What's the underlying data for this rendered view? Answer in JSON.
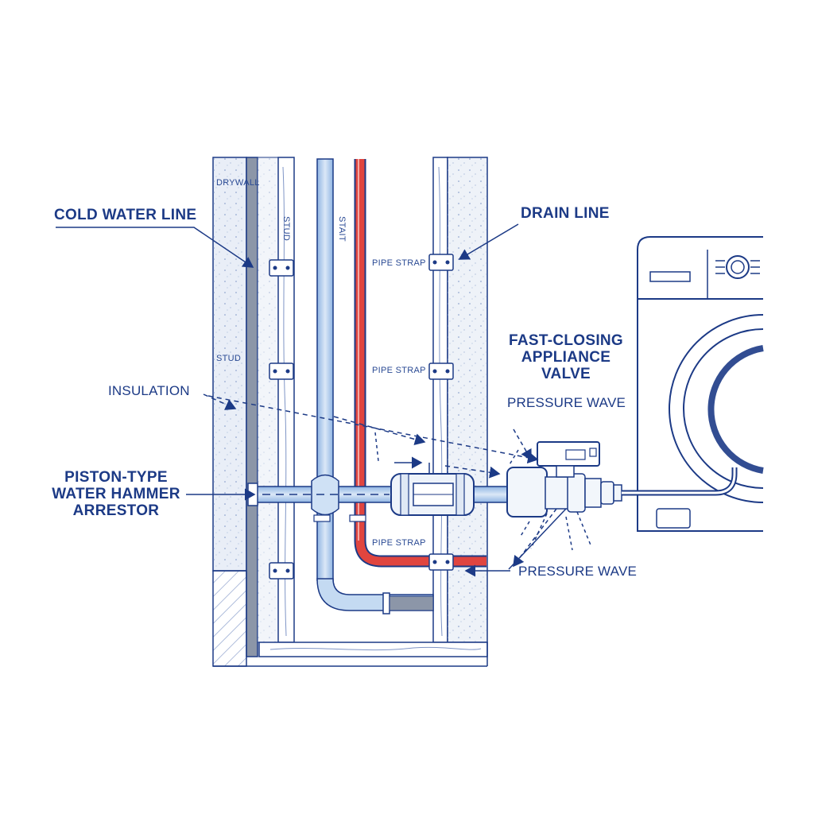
{
  "labels": {
    "cold_water_line": "COLD WATER LINE",
    "drain_line": "DRAIN LINE",
    "drywall": "DRYWALL",
    "stud_left": "STUD",
    "stud_vertical_1": "STUD",
    "stud_vertical_2": "STAIT",
    "pipe_strap_1": "PIPE STRAP",
    "pipe_strap_2": "PIPE STRAP",
    "pipe_strap_3": "PIPE STRAP",
    "insulation": "INSULATION",
    "arrestor_line1": "PISTON-TYPE",
    "arrestor_line2": "WATER HAMMER",
    "arrestor_line3": "ARRESTOR",
    "valve_line1": "FAST-CLOSING",
    "valve_line2": "APPLIANCE",
    "valve_line3": "VALVE",
    "pressure_wave_top": "PRESSURE WAVE",
    "pressure_wave_bottom": "PRESSURE WAVE"
  },
  "colors": {
    "line": "#1c3a86",
    "cold_pipe": "#b9d3ee",
    "hot_pipe": "#e0453f",
    "wall_fill": "#eef2f8",
    "wood": "#ffffff"
  }
}
